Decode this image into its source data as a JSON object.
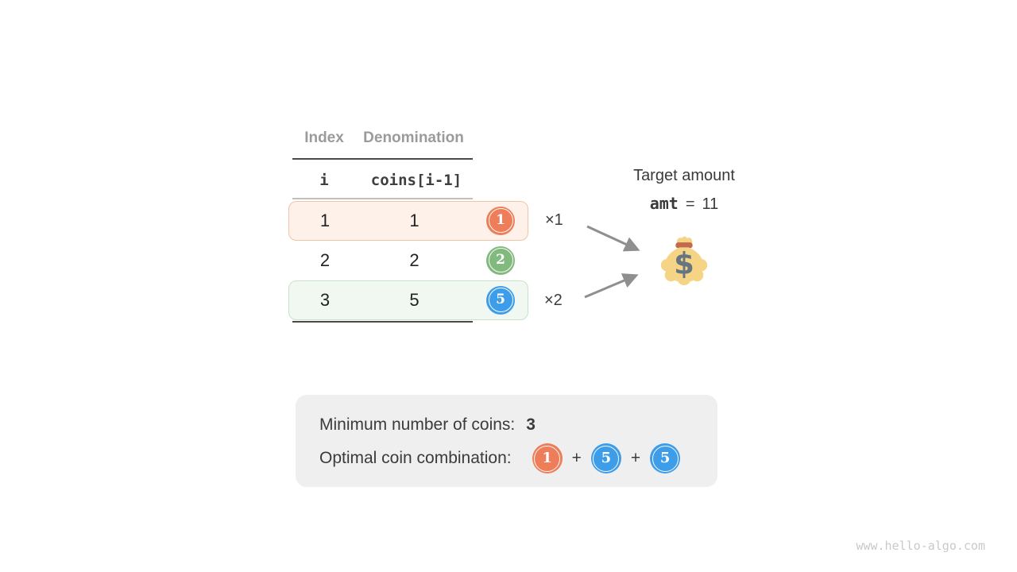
{
  "table": {
    "col_headers": {
      "index": "Index",
      "denomination": "Denomination"
    },
    "var_headers": {
      "index": "i",
      "denomination": "coins[i-1]"
    },
    "rows": [
      {
        "index": "1",
        "denomination": "1",
        "coin_value": "1",
        "coin_icon": "coin-1-orange",
        "highlight": "orange",
        "multiplier": "×1"
      },
      {
        "index": "2",
        "denomination": "2",
        "coin_value": "2",
        "coin_icon": "coin-2-green",
        "highlight": "none",
        "multiplier": ""
      },
      {
        "index": "3",
        "denomination": "5",
        "coin_value": "5",
        "coin_icon": "coin-5-blue",
        "highlight": "green",
        "multiplier": "×2"
      }
    ]
  },
  "target": {
    "label": "Target amount",
    "variable": "amt",
    "equals": "=",
    "value": "11",
    "moneybag_icon": "money-bag"
  },
  "summary": {
    "min_label": "Minimum number of coins:",
    "min_value": "3",
    "combo_label": "Optimal coin combination:",
    "plus": "+",
    "combo_coins": [
      {
        "value": "1",
        "color": "#ee7d5a"
      },
      {
        "value": "5",
        "color": "#3e9de9"
      },
      {
        "value": "5",
        "color": "#3e9de9"
      }
    ]
  },
  "watermark": "www.hello-algo.com",
  "colors": {
    "coin_orange": "#ee7d5a",
    "coin_green": "#82b97e",
    "coin_blue": "#3e9de9",
    "row_highlight_orange_bg": "#fdf1e9",
    "row_highlight_orange_border": "#f3c3a6",
    "row_highlight_green_bg": "#f1f8f2",
    "row_highlight_green_border": "#c6e3c9",
    "summary_box_bg": "#efefef",
    "header_gray": "#9b9b9b",
    "text_dark": "#3a3a3a",
    "arrow_gray": "#8f8f8f",
    "moneybag_body": "#f6d486",
    "moneybag_band": "#c2694f",
    "moneybag_dollar": "#66757f"
  }
}
